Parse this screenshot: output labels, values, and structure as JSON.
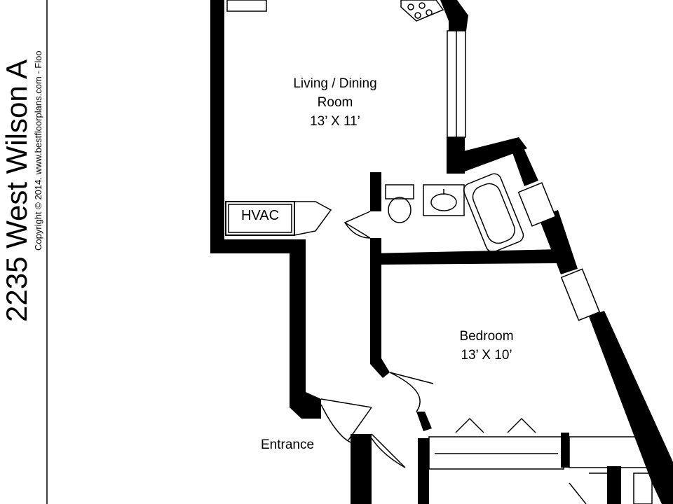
{
  "header": {
    "address": "2235 West Wilson A",
    "copyright": "Copyright © 2014. www.bestfloorplans.com - Floo"
  },
  "rooms": {
    "living_dining": {
      "name_line1": "Living / Dining",
      "name_line2": "Room",
      "size": "13’ X 11’"
    },
    "bedroom": {
      "name": "Bedroom",
      "size": "13’ X 10’"
    },
    "hvac": {
      "label": "HVAC"
    },
    "entrance": {
      "name": "Entrance"
    }
  },
  "colors": {
    "wall": "#000000",
    "background": "#ffffff",
    "fixture": "#000000"
  }
}
